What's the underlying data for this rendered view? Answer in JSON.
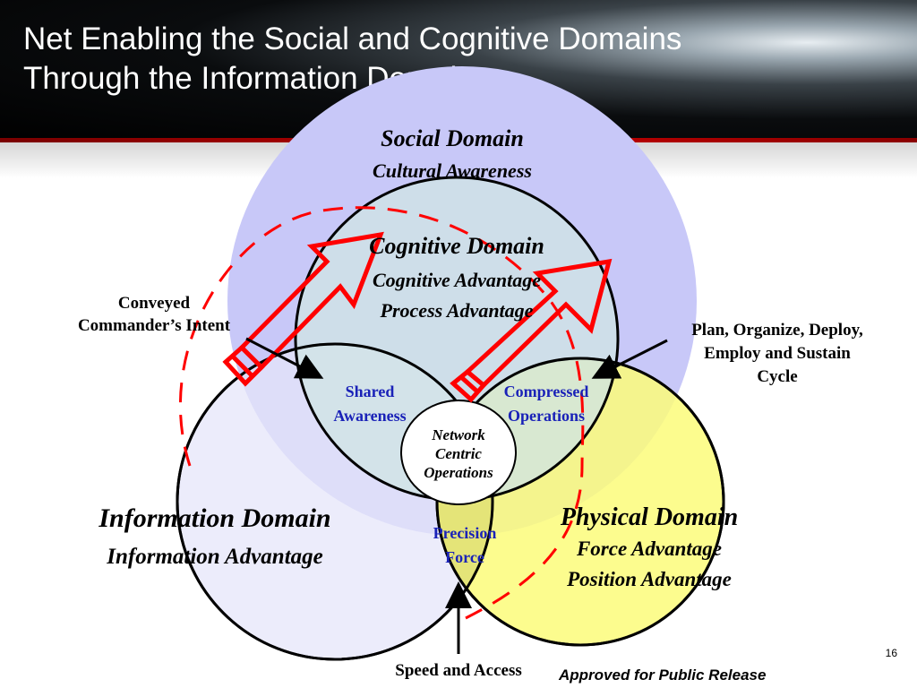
{
  "slide": {
    "title_line1": "Net Enabling the Social and Cognitive Domains",
    "title_line2": "Through the Information Domain",
    "page_number": "16",
    "release_note": "Approved for Public Release"
  },
  "domains": {
    "social": {
      "name": "Social Domain",
      "sub": "Cultural Awareness"
    },
    "cognitive": {
      "name": "Cognitive Domain",
      "sub1": "Cognitive Advantage",
      "sub2": "Process Advantage"
    },
    "information": {
      "name": "Information Domain",
      "sub": "Information Advantage"
    },
    "physical": {
      "name": "Physical Domain",
      "sub1": "Force Advantage",
      "sub2": "Position Advantage"
    }
  },
  "intersections": {
    "shared_awareness": [
      "Shared",
      "Awareness"
    ],
    "compressed_operations": [
      "Compressed",
      "Operations"
    ],
    "network_centric": [
      "Network",
      "Centric",
      "Operations"
    ],
    "precision_force": [
      "Precision",
      "Force"
    ]
  },
  "callouts": {
    "conveyed": [
      "Conveyed",
      "Commander’s Intent"
    ],
    "plan": [
      "Plan, Organize, Deploy,",
      "Employ and Sustain",
      "Cycle"
    ],
    "speed": "Speed and Access"
  },
  "colors": {
    "social_fill": "#c8c8f8",
    "cognitive_fill": "#cfe4e4",
    "information_fill": "#e6e6fa",
    "physical_fill": "#fcfc7a",
    "arrow_red": "#ff0000",
    "intersection_text": "#1a22b8"
  }
}
